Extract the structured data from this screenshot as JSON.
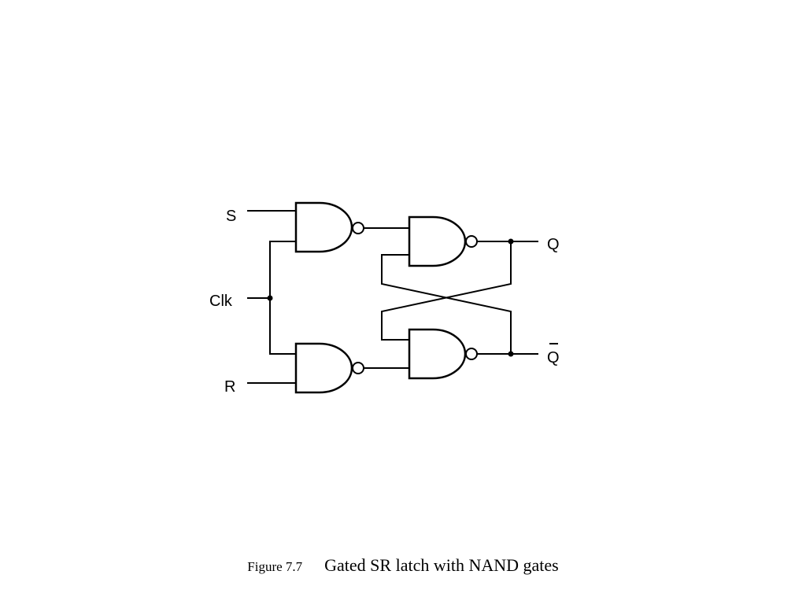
{
  "diagram": {
    "labels": {
      "s": "S",
      "clk": "Clk",
      "r": "R",
      "q": "Q",
      "q_bar": "Q"
    },
    "gates": [
      "nand-gate",
      "nand-gate",
      "nand-gate",
      "nand-gate"
    ]
  },
  "caption": {
    "figure_number": "Figure 7.7",
    "title": "Gated SR latch with NAND gates"
  }
}
